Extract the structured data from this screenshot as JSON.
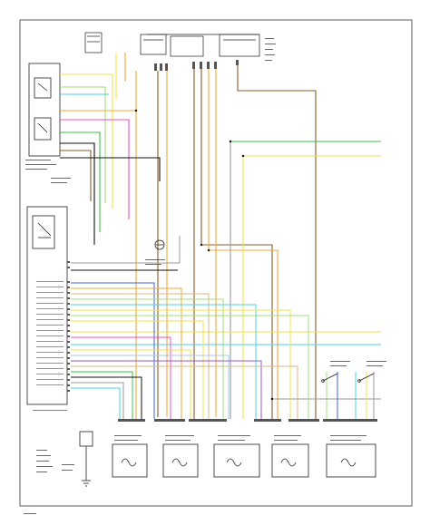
{
  "diagram": {
    "frame_color": "#333333",
    "component_color": "#222222",
    "connector_color": "#555555",
    "wire_palette": {
      "orange": "#f4a63a",
      "yellow": "#f2e24a",
      "pink": "#f04fbf",
      "green": "#3cbf4a",
      "light_green": "#9fe07a",
      "cyan": "#49d3e6",
      "blue": "#3e62e0",
      "brown": "#8a5a2b",
      "tan": "#d9b787",
      "gray": "#9a9a9a",
      "black": "#111111",
      "light_blue": "#a8c8f0",
      "purple": "#8f5ed6"
    },
    "components": [
      {
        "id": "fuse-block-1",
        "kind": "fuse"
      },
      {
        "id": "fuse-block-2",
        "kind": "fuse"
      },
      {
        "id": "fuse-block-3",
        "kind": "fuse"
      },
      {
        "id": "control-module-upper",
        "kind": "module"
      },
      {
        "id": "control-module-lower",
        "kind": "module"
      },
      {
        "id": "sensor-mid",
        "kind": "sensor"
      },
      {
        "id": "switch-right-1",
        "kind": "switch"
      },
      {
        "id": "switch-right-2",
        "kind": "switch"
      },
      {
        "id": "solenoid-1",
        "kind": "solenoid"
      },
      {
        "id": "solenoid-2",
        "kind": "solenoid"
      },
      {
        "id": "solenoid-3",
        "kind": "solenoid"
      },
      {
        "id": "solenoid-4",
        "kind": "solenoid"
      },
      {
        "id": "solenoid-5",
        "kind": "solenoid"
      },
      {
        "id": "ground-bottom-left",
        "kind": "ground"
      }
    ]
  }
}
